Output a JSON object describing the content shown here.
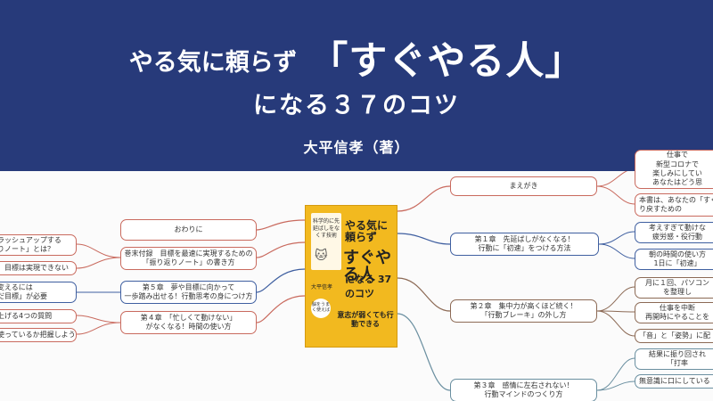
{
  "header": {
    "title_small": "やる気に頼らず",
    "title_big": "「すぐやる人」",
    "title_line2": "になる３７のコツ",
    "author": "大平信孝（著）"
  },
  "book": {
    "line1": "やる気に頼らず",
    "line2": "すぐやる人",
    "line3": "になる 37 のコツ",
    "badge": "科学的に先延ばしをなくす技術",
    "author": "大平信孝",
    "bubble": "脳をうまく使えば",
    "bottom": "意志が弱くても行動できる",
    "cat_icon": "cat-illustration-icon"
  },
  "left_nodes": [
    {
      "id": "owarini",
      "text": "おわりに"
    },
    {
      "id": "appendix",
      "lines": [
        "巻末付録　目標を最速に実現するための",
        "「振り返りノート」の書き方"
      ]
    },
    {
      "id": "ch5",
      "lines": [
        "第５章　夢や目標に向かって",
        "一歩踏み出せる！行動思考の身につけ方"
      ]
    },
    {
      "id": "ch4",
      "lines": [
        "第４章　「忙しくて動けない」",
        "がなくなる！時間の使い方"
      ]
    }
  ],
  "left_sub": [
    {
      "id": "ls1",
      "lines": [
        "ラッシュアップする",
        "りノート」とは？"
      ]
    },
    {
      "id": "ls2",
      "text": "、目標は実現できない"
    },
    {
      "id": "ls3",
      "lines": [
        "変えるには",
        "だ目標」が必要"
      ]
    },
    {
      "id": "ls4",
      "text": "上げる4つの質問"
    },
    {
      "id": "ls5",
      "text": "使っているか把握しよう"
    }
  ],
  "right_nodes": [
    {
      "id": "maegaki",
      "text": "まえがき"
    },
    {
      "id": "ch1",
      "lines": [
        "第１章　先延ばしがなくなる！",
        "行動に「初速」をつける方法"
      ]
    },
    {
      "id": "ch2",
      "lines": [
        "第２章　集中力が高くほど続く！",
        "「行動ブレーキ」の外し方"
      ]
    },
    {
      "id": "ch3",
      "lines": [
        "第３章　感情に左右されない！",
        "行動マインドのつくり方"
      ]
    }
  ],
  "right_sub": [
    {
      "id": "rs1",
      "lines": [
        "仕事で",
        "新型コロナで",
        "楽しみにしてい",
        "あなたはどう思"
      ]
    },
    {
      "id": "rs2",
      "lines": [
        "本書は、あなたの「すぐ",
        "り戻すための"
      ]
    },
    {
      "id": "rs3",
      "lines": [
        "考えすぎて動けな",
        "疲労感・役行動"
      ]
    },
    {
      "id": "rs4",
      "lines": [
        "朝の時間の使い方",
        "1日に「初速」"
      ]
    },
    {
      "id": "rs5",
      "lines": [
        "月に１回、パソコン",
        "を整理し"
      ]
    },
    {
      "id": "rs6",
      "lines": [
        "仕事を中断",
        "再開時にやることを"
      ]
    },
    {
      "id": "rs7",
      "text": "「音」と「姿勢」に配"
    },
    {
      "id": "rs8",
      "lines": [
        "結果に振り回され",
        "「打率"
      ]
    },
    {
      "id": "rs9",
      "text": "無意識に口にしている"
    }
  ]
}
